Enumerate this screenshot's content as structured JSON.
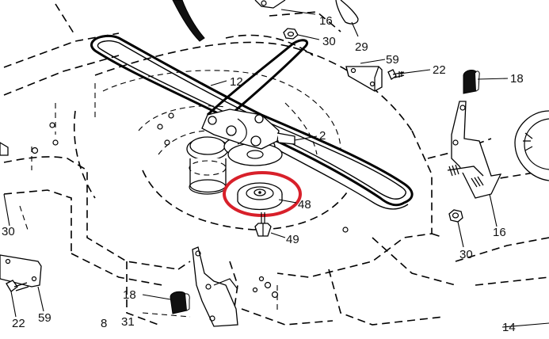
{
  "diagram": {
    "callouts": [
      {
        "id": "c16a",
        "text": "16"
      },
      {
        "id": "c30a",
        "text": "30"
      },
      {
        "id": "c29",
        "text": "29"
      },
      {
        "id": "c59a",
        "text": "59"
      },
      {
        "id": "c22a",
        "text": "22"
      },
      {
        "id": "c18a",
        "text": "18"
      },
      {
        "id": "c12",
        "text": "12"
      },
      {
        "id": "c2",
        "text": "2"
      },
      {
        "id": "c48",
        "text": "48"
      },
      {
        "id": "c49",
        "text": "49"
      },
      {
        "id": "c30b",
        "text": "30"
      },
      {
        "id": "c16b",
        "text": "16"
      },
      {
        "id": "c30c",
        "text": "30"
      },
      {
        "id": "c59b",
        "text": "59"
      },
      {
        "id": "c22b",
        "text": "22"
      },
      {
        "id": "c18b",
        "text": "18"
      },
      {
        "id": "c8",
        "text": "8"
      },
      {
        "id": "c31",
        "text": "31"
      },
      {
        "id": "c14",
        "text": "14"
      }
    ],
    "highlight_color": "#d8202a",
    "line_color": "#000000"
  }
}
